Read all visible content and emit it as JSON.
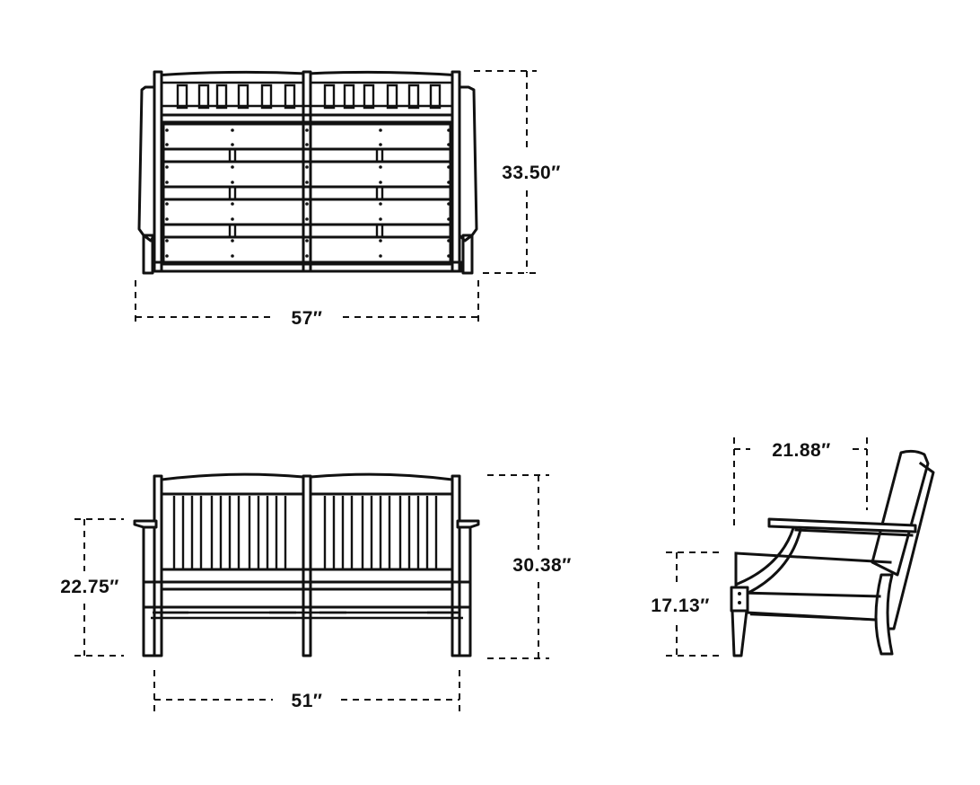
{
  "diagram": {
    "type": "product-dimension-drawing",
    "subject": "two-seat bench / loveseat",
    "colors": {
      "line": "#111111",
      "background": "#ffffff"
    },
    "views": [
      {
        "id": "top-view",
        "dimensions": {
          "depth": "33.50″",
          "width": "57″"
        }
      },
      {
        "id": "front-view",
        "dimensions": {
          "arm_height": "22.75″",
          "overall_height": "30.38″",
          "seat_width": "51″"
        }
      },
      {
        "id": "side-view",
        "dimensions": {
          "seat_depth": "21.88″",
          "seat_height": "17.13″"
        }
      }
    ]
  }
}
